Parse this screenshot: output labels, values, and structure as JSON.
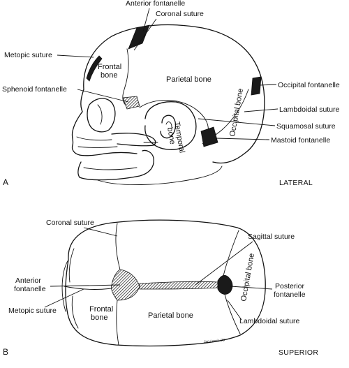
{
  "panels": [
    {
      "letter": "A",
      "view": "LATERAL",
      "labels": {
        "anterior_fontanelle": "Anterior fontanelle",
        "coronal_suture": "Coronal suture",
        "metopic_suture": "Metopic suture",
        "frontal_bone_line1": "Frontal",
        "frontal_bone_line2": "bone",
        "parietal_bone": "Parietal bone",
        "occipital_fontanelle": "Occipital fontanelle",
        "sphenoid_fontanelle": "Sphenoid fontanelle",
        "lambdoidal_suture": "Lambdoidal suture",
        "squamosal_suture": "Squamosal suture",
        "mastoid_fontanelle": "Mastoid fontanelle",
        "temporal_bone_line1": "Temporal",
        "temporal_bone_line2": "bone",
        "occipital_bone": "Occipital bone"
      }
    },
    {
      "letter": "B",
      "view": "SUPERIOR",
      "labels": {
        "coronal_suture": "Coronal suture",
        "sagittal_suture": "Sagittal suture",
        "anterior_fontanelle_line1": "Anterior",
        "anterior_fontanelle_line2": "fontanelle",
        "posterior_fontanelle_line1": "Posterior",
        "posterior_fontanelle_line2": "fontanelle",
        "metopic_suture": "Metopic suture",
        "frontal_bone_line1": "Frontal",
        "frontal_bone_line2": "bone",
        "parietal_bone": "Parietal bone",
        "lambdoidal_suture": "Lambdoidal suture",
        "occipital_bone": "Occipital bone",
        "signature": "Jan Lewis '78"
      }
    }
  ]
}
